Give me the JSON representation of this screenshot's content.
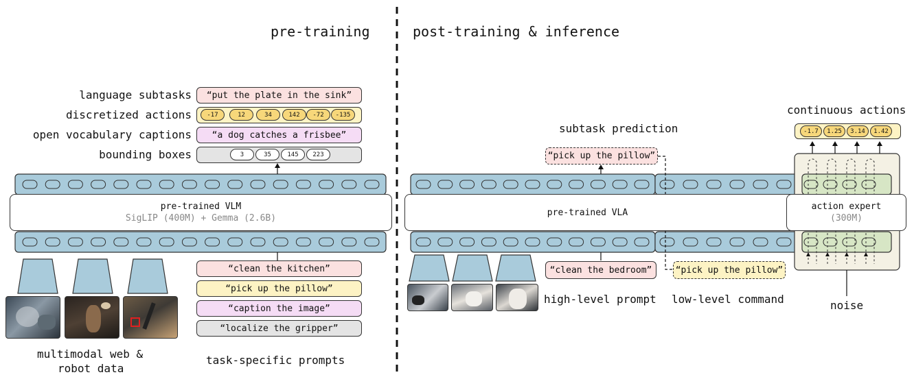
{
  "pretraining": {
    "heading": "pre-training",
    "output_labels": {
      "language_subtasks": "language subtasks",
      "discretized_actions": "discretized actions",
      "open_vocab_captions": "open vocabulary captions",
      "bounding_boxes": "bounding boxes"
    },
    "outputs": {
      "subtask_text": "“put the plate in the sink”",
      "discretized_values": [
        "-17",
        "12",
        "34",
        "142",
        "-72",
        "-135"
      ],
      "caption_text": "“a dog catches a frisbee”",
      "bbox_values": [
        "3",
        "35",
        "145",
        "223"
      ]
    },
    "model": {
      "title": "pre-trained VLM",
      "subtitle": "SigLIP (400M) + Gemma (2.6B)"
    },
    "prompts": [
      "“clean the kitchen”",
      "“pick up the pillow”",
      "“caption the image”",
      "“localize the gripper”"
    ],
    "data_caption_line1": "multimodal web &",
    "data_caption_line2": "robot data",
    "prompts_caption": "task-specific prompts"
  },
  "posttraining": {
    "heading": "post-training & inference",
    "subtask_prediction_label": "subtask prediction",
    "predicted_subtask": "“pick up the pillow”",
    "model_title": "pre-trained VLA",
    "high_level_prompt_text": "“clean the bedroom”",
    "high_level_prompt_label": "high-level prompt",
    "low_level_command_text": "“pick up the pillow”",
    "low_level_command_label": "low-level command",
    "continuous_actions_label": "continuous actions",
    "continuous_values": [
      "-1.7",
      "1.25",
      "3.14",
      "1.42"
    ],
    "action_expert_title": "action expert",
    "action_expert_subtitle": "(300M)",
    "noise_label": "noise"
  },
  "colors": {
    "token_blue": "#a9cbdb",
    "pink": "#fbe1e0",
    "yellow": "#fdf3c4",
    "yellow_pill": "#f7d77a",
    "lavender": "#f5dcf5",
    "gray": "#e4e4e4",
    "green": "#d7e6c5",
    "beige": "#f4f1e4"
  }
}
